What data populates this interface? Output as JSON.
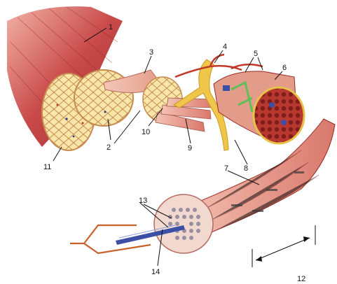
{
  "figure": {
    "labels": [
      "1",
      "2",
      "3",
      "4",
      "5",
      "6",
      "7",
      "8",
      "9",
      "10",
      "11",
      "12",
      "13",
      "14"
    ]
  },
  "colors": {
    "muscle_red": "#c94a4a",
    "muscle_light": "#e79a8e",
    "fat_yellow": "#f1d27a",
    "nerve_yellow": "#f0c64a",
    "perimysium": "#e8b8a0",
    "myofibril_dark": "#9a2a24",
    "blue_filament": "#3b4fa6",
    "tendon_orange": "#c9602a",
    "green_tubule": "#5fbf5a"
  }
}
